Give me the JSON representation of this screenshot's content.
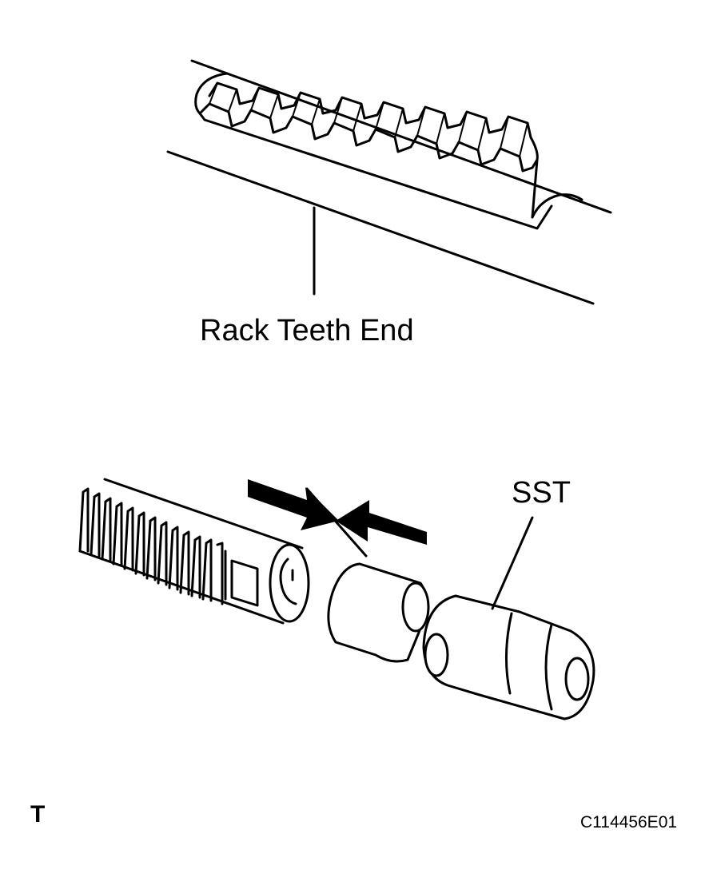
{
  "labels": {
    "rack_teeth_end": "Rack Teeth End",
    "sst": "SST",
    "view_marker": "T",
    "figure_code": "C114456E01"
  },
  "colors": {
    "ink": "#000000",
    "background": "#ffffff"
  }
}
